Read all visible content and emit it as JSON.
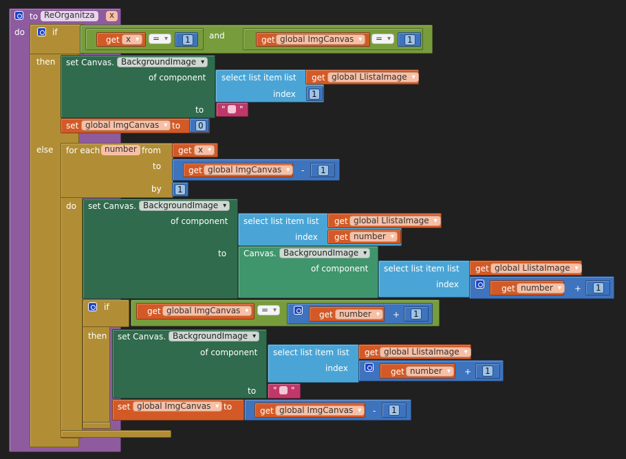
{
  "procedure": {
    "keyword_to": "to",
    "name": "ReOrganitza",
    "param": "x",
    "do_label": "do"
  },
  "if1": {
    "if_label": "if",
    "then_label": "then",
    "else_label": "else",
    "cond": {
      "get": "get",
      "var_x": "x",
      "op_eq": "=",
      "num_1": "1",
      "and": "and",
      "get2": "get",
      "var_img": "global ImgCanvas",
      "op_eq2": "=",
      "num_2": "1"
    }
  },
  "then1": {
    "set_canvas": "set Canvas.",
    "prop_bg": "BackgroundImage",
    "of_component": "of component",
    "select_list_item": "select list item",
    "list": "list",
    "get": "get",
    "var_llista": "global LlistaImage",
    "index": "index",
    "num_1": "1",
    "to": "to",
    "str_open": "\"",
    "str_close": "\"",
    "set2": "set",
    "var_img": "global ImgCanvas",
    "to2": "to",
    "num_0": "0"
  },
  "foreach": {
    "label": "for each",
    "var_number": "number",
    "from": "from",
    "get": "get",
    "var_x": "x",
    "to": "to",
    "get2": "get",
    "var_img": "global ImgCanvas",
    "minus": "-",
    "num_1": "1",
    "by": "by",
    "num_by": "1",
    "do_label": "do"
  },
  "loopset": {
    "set_canvas": "set Canvas.",
    "prop_bg": "BackgroundImage",
    "of_component": "of component",
    "select_list_item": "select list item",
    "list": "list",
    "get": "get",
    "var_llista": "global LlistaImage",
    "index": "index",
    "get2": "get",
    "var_number": "number",
    "to": "to",
    "canvas": "Canvas.",
    "prop_bg2": "BackgroundImage",
    "of_component2": "of component",
    "select_list_item2": "select list item",
    "list2": "list",
    "get3": "get",
    "var_llista2": "global LlistaImage",
    "index2": "index",
    "get4": "get",
    "var_number2": "number",
    "plus": "+",
    "num_1": "1"
  },
  "if2": {
    "if_label": "if",
    "then_label": "then",
    "get": "get",
    "var_img": "global ImgCanvas",
    "op_eq": "=",
    "get2": "get",
    "var_number": "number",
    "plus": "+",
    "num_1": "1"
  },
  "then2": {
    "set_canvas": "set Canvas.",
    "prop_bg": "BackgroundImage",
    "of_component": "of component",
    "select_list_item": "select list item",
    "list": "list",
    "get": "get",
    "var_llista": "global LlistaImage",
    "index": "index",
    "get2": "get",
    "var_number": "number",
    "plus": "+",
    "num_1": "1",
    "to": "to",
    "str_open": "\"",
    "str_close": "\"",
    "set2": "set",
    "var_img": "global ImgCanvas",
    "to2": "to",
    "get3": "get",
    "var_img2": "global ImgCanvas",
    "minus": "-",
    "num_2": "1"
  }
}
